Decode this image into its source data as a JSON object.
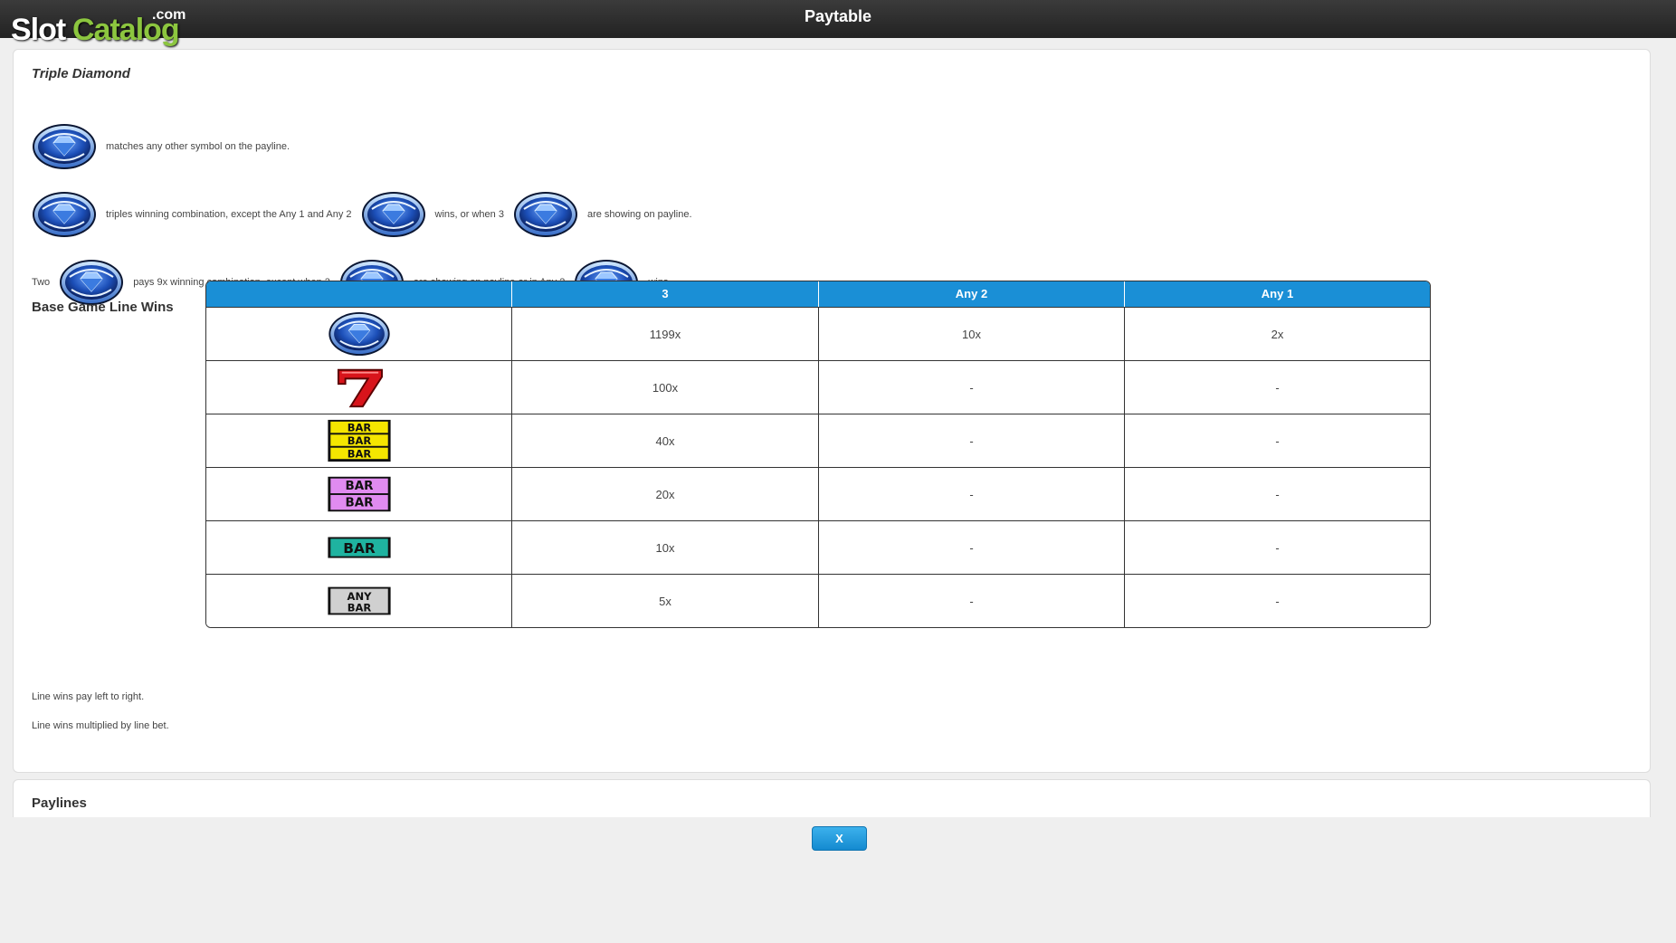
{
  "header": {
    "title": "Paytable",
    "logo": {
      "slot": "Slot",
      "catalog": "Catalog",
      "com": ".com"
    }
  },
  "main": {
    "title": "Triple Diamond",
    "rules": [
      {
        "text1": "matches any other symbol on the payline."
      },
      {
        "text1": "triples winning combination, except the Any 1 and Any 2",
        "text2": "wins, or when 3",
        "text3": "are showing on payline."
      },
      {
        "prefix": "Two",
        "text1": "pays 9x winning combination, except when 3",
        "text2": "are showing on payline or in Any 2",
        "text3": "wins."
      }
    ],
    "section_title": "Base Game Line Wins",
    "table": {
      "headers": [
        "",
        "3",
        "Any 2",
        "Any 1"
      ],
      "rows": [
        {
          "symbol": "triple-diamond-icon",
          "c3": "1199x",
          "any2": "10x",
          "any1": "2x"
        },
        {
          "symbol": "red-seven-icon",
          "c3": "100x",
          "any2": "-",
          "any1": "-"
        },
        {
          "symbol": "triple-bar-icon",
          "c3": "40x",
          "any2": "-",
          "any1": "-"
        },
        {
          "symbol": "double-bar-icon",
          "c3": "20x",
          "any2": "-",
          "any1": "-"
        },
        {
          "symbol": "single-bar-icon",
          "c3": "10x",
          "any2": "-",
          "any1": "-"
        },
        {
          "symbol": "any-bar-icon",
          "c3": "5x",
          "any2": "-",
          "any1": "-"
        }
      ]
    },
    "notes": [
      "Line wins pay left to right.",
      "Line wins multiplied by line bet."
    ]
  },
  "paylines": {
    "title": "Paylines"
  },
  "close_button": {
    "label": "X"
  },
  "colors": {
    "header_blue": "#1a8fd6",
    "accent_green": "#8cc63f",
    "topbar": "#2b2b2b"
  }
}
